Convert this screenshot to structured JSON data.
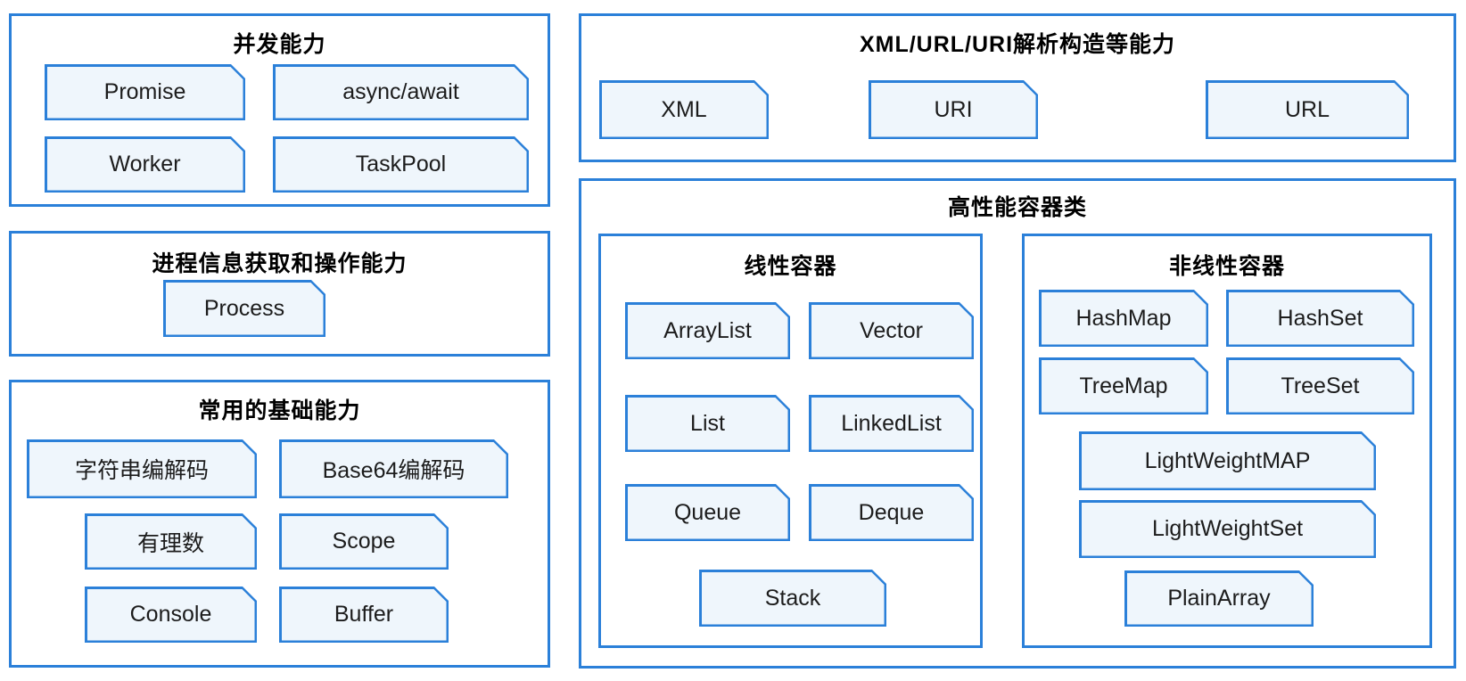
{
  "panels": {
    "concurrency": {
      "title": "并发能力",
      "items": [
        "Promise",
        "async/await",
        "Worker",
        "TaskPool"
      ]
    },
    "process": {
      "title": "进程信息获取和操作能力",
      "items": [
        "Process"
      ]
    },
    "basic": {
      "title": "常用的基础能力",
      "items": [
        "字符串编解码",
        "Base64编解码",
        "有理数",
        "Scope",
        "Console",
        "Buffer"
      ]
    },
    "xml_url_uri": {
      "title": "XML/URL/URI解析构造等能力",
      "items": [
        "XML",
        "URI",
        "URL"
      ]
    },
    "containers": {
      "title": "高性能容器类",
      "linear": {
        "title": "线性容器",
        "items": [
          "ArrayList",
          "Vector",
          "List",
          "LinkedList",
          "Queue",
          "Deque",
          "Stack"
        ]
      },
      "nonlinear": {
        "title": "非线性容器",
        "items": [
          "HashMap",
          "HashSet",
          "TreeMap",
          "TreeSet",
          "LightWeightMAP",
          "LightWeightSet",
          "PlainArray"
        ]
      }
    }
  },
  "colors": {
    "border_blue": "#2b80d9",
    "chip_fill": "#eff6fc",
    "panel_background": "#ffffff",
    "title_text": "#000000",
    "chip_text": "#1c1c1c"
  }
}
